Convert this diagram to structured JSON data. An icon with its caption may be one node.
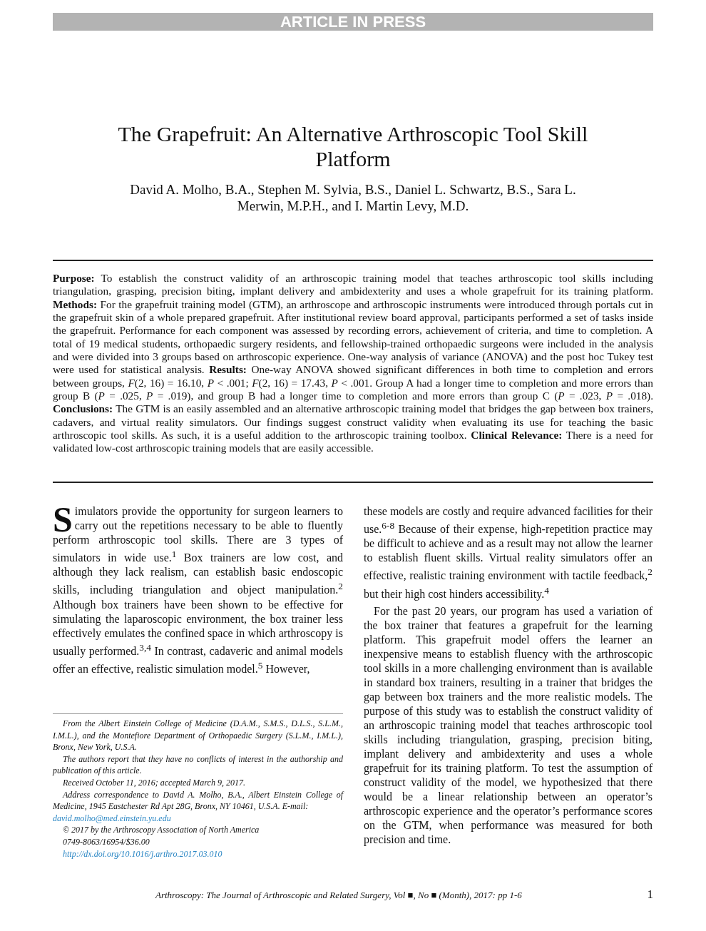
{
  "diagram": {
    "title": "The Grapefruit: An Alternative Arthroscopic Tool Skill Platform",
    "labels": [
      "ARTICLE IN PRESS",
      "David A. Molho, B.A., Stephen M. Sylvia, B.S., Daniel L. Schwartz, B.S., Sara L. Merwin, M.P.H., and I. Martin Levy, M.D.",
      "**Purpose:** To establish the construct validity of an arthroscopic training model that teaches arthroscopic tool skills including triangulation, grasping, precision biting, implant delivery and ambidexterity and uses a whole grapefruit for its training platform. **Methods:** For the grapefruit training model (GTM), an arthroscope and arthroscopic instruments were introduced through portals cut in the grapefruit skin of a whole prepared grapefruit. After institutional review board approval, participants performed a set of tasks inside the grapefruit. Performance for each component was assessed by recording errors, achievement of criteria, and time to completion. A total of 19 medical students, orthopaedic surgery residents, and fellowship-trained orthopaedic surgeons were included in the analysis and were divided into 3 groups based on arthroscopic experience. One-way analysis of variance (ANOVA) and the post hoc Tukey test were used for statistical analysis. **Results:** One-way ANOVA showed significant differences in both time to completion and errors between groups, *F*(2, 16) = 16.10, *P* < .001; *F*(2, 16) = 17.43, *P* < .001. Group A had a longer time to completion and more errors than group B (*P* = .025, *P* = .019), and group B had a longer time to completion and more errors than group C (*P* = .023, *P* = .018). **Conclusions:** The GTM is an easily assembled and an alternative arthroscopic training model that bridges the gap between box trainers, cadavers, and virtual reality simulators. Our findings suggest construct validity when evaluating its use for teaching the basic arthroscopic tool skills. As such, it is a useful addition to the arthroscopic training toolbox. **Clinical Relevance:** There is a need for validated low-cost arthroscopic training models that are easily accessible.",
      "Simulators provide the opportunity for surgeon learners to carry out the repetitions necessary to be able to fluently perform arthroscopic tool skills. There are 3 types of simulators in wide use.$^{1}$ Box trainers are low cost, and although they lack realism, can establish basic endoscopic skills, including triangulation and object manipulation.$^{2}$ Although box trainers have been shown to be effective for simulating the laparoscopic environment, the box trainer less effectively emulates the confined space in which arthroscopy is usually performed.$^{3,4}$ In contrast, cadaveric and animal models offer an effective, realistic simulation model.$^{5}$ However,",
      "From the Albert Einstein College of Medicine (D.A.M., S.M.S., D.L.S., S.L.M., I.M.L.), and the Montefiore Department of Orthopaedic Surgery (S.L.M., I.M.L.), Bronx, New York, U.S.A.",
      "The authors report that they have no conflicts of interest in the authorship and publication of this article.",
      "Received October 11, 2016; accepted March 9, 2017.",
      "Address correspondence to David A. Molho, B.A., Albert Einstein College of Medicine, 1945 Eastchester Rd Apt 28G, Bronx, NY 10461, U.S.A. E-mail:",
      "david.molho@med.einstein.yu.edu",
      "© 2017 by the Arthroscopy Association of North America",
      "0749-8063/16954/$36.00",
      "http://dx.doi.org/10.1016/j.arthro.2017.03.010",
      "these models are costly and require advanced facilities for their use.$^{6-8}$ Because of their expense, high-repetition practice may be difficult to achieve and as a result may not allow the learner to establish fluent skills. Virtual reality simulators offer an effective, realistic training environment with tactile feedback,$^{2}$ but their high cost hinders accessibility.$^{4}$",
      "For the past 20 years, our program has used a variation of the box trainer that features a grapefruit for the learning platform. This grapefruit model offers the learner an inexpensive means to establish fluency with the arthroscopic tool skills in a more challenging environment than is available in standard box trainers, resulting in a trainer that bridges the gap between box trainers and the more realistic models. The purpose of this study was to establish the construct validity of an arthroscopic training model that teaches arthroscopic tool skills including triangulation, grasping, precision biting, implant delivery and ambidexterity and uses a whole grapefruit for its training platform. To test the assumption of construct validity of the model, we hypothesized that there would be a linear relationship between an operator’s arthroscopic experience and the operator’s performance scores on the GTM, when performance was measured for both precision and time.",
      "Arthroscopy: The Journal of Arthroscopic and Related Surgery, Vol ■, No ■ (Month), 2017: pp 1-6",
      "1"
    ]
  }
}
